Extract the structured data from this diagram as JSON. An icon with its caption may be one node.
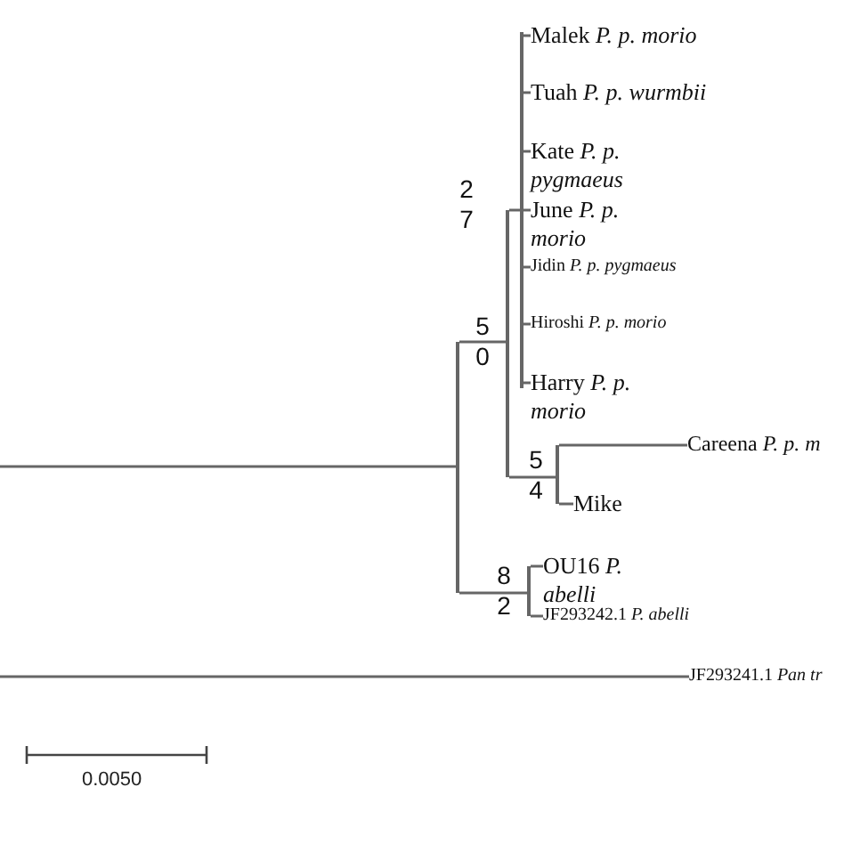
{
  "diagram": {
    "nodes": [
      {
        "text": [],
        "shape": "bar"
      },
      {
        "text": [],
        "shape": "bar",
        "beside": [
          "5 0"
        ]
      },
      {
        "text": [],
        "shape": "bar",
        "beside": [
          "2 7"
        ]
      },
      {
        "text": [
          "Malek *P. p. morio*"
        ]
      },
      {
        "text": [
          "Tuah *P. p. wurmbii*"
        ]
      },
      {
        "text": [
          "Kate *P. p. pygmaeus*"
        ]
      },
      {
        "text": [
          "June *P. p. morio*"
        ]
      },
      {
        "text": [
          "Jidin *P. p. pygmaeus*"
        ]
      },
      {
        "text": [
          "Hiroshi *P. p. morio*"
        ]
      },
      {
        "text": [
          "Harry *P. p. morio*"
        ]
      },
      {
        "text": [],
        "shape": "bar",
        "beside": [
          "5 4"
        ]
      },
      {
        "text": [
          "Careena *P. p. m*"
        ]
      },
      {
        "text": [
          "Mike"
        ]
      },
      {
        "text": [],
        "shape": "bar",
        "beside": [
          "8 2"
        ]
      },
      {
        "text": [
          "OU16 *P. abelli*"
        ]
      },
      {
        "text": [
          "JF293242.1 *P. abelli*"
        ]
      },
      {
        "text": [
          "JF293241.1 *Pan tr*"
        ]
      }
    ],
    "edges": [
      {
        "from": null,
        "to": 0,
        "arrow": "none"
      },
      {
        "from": 0,
        "to": 1,
        "arrow": "none"
      },
      {
        "from": 0,
        "to": 13,
        "arrow": "none"
      },
      {
        "from": 1,
        "to": 2,
        "arrow": "none"
      },
      {
        "from": 1,
        "to": 10,
        "arrow": "none"
      },
      {
        "from": 2,
        "to": 3,
        "arrow": "none"
      },
      {
        "from": 2,
        "to": 4,
        "arrow": "none"
      },
      {
        "from": 2,
        "to": 5,
        "arrow": "none"
      },
      {
        "from": 2,
        "to": 6,
        "arrow": "none"
      },
      {
        "from": 2,
        "to": 7,
        "arrow": "none"
      },
      {
        "from": 2,
        "to": 8,
        "arrow": "none"
      },
      {
        "from": 2,
        "to": 9,
        "arrow": "none"
      },
      {
        "from": 10,
        "to": 11,
        "arrow": "none"
      },
      {
        "from": 10,
        "to": 12,
        "arrow": "none"
      },
      {
        "from": 13,
        "to": 14,
        "arrow": "none"
      },
      {
        "from": 13,
        "to": 15,
        "arrow": "none"
      },
      {
        "from": null,
        "to": 16,
        "arrow": "none"
      }
    ],
    "labels": [
      "0.0050"
    ]
  }
}
